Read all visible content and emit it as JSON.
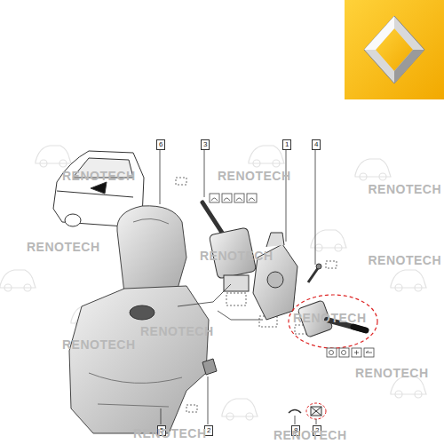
{
  "diagram": {
    "labels": [
      "6",
      "3",
      "1",
      "4",
      "5",
      "2",
      "8",
      "2",
      "RENOTECH",
      "RENOTECH",
      "RENOTECH",
      "RENOTECH",
      "RENOTECH",
      "RENOTECH",
      "RENOTECH",
      "RENOTECH",
      "RENOTECH",
      "RENOTECH",
      "RENOTECH",
      "RENOTECH"
    ]
  }
}
